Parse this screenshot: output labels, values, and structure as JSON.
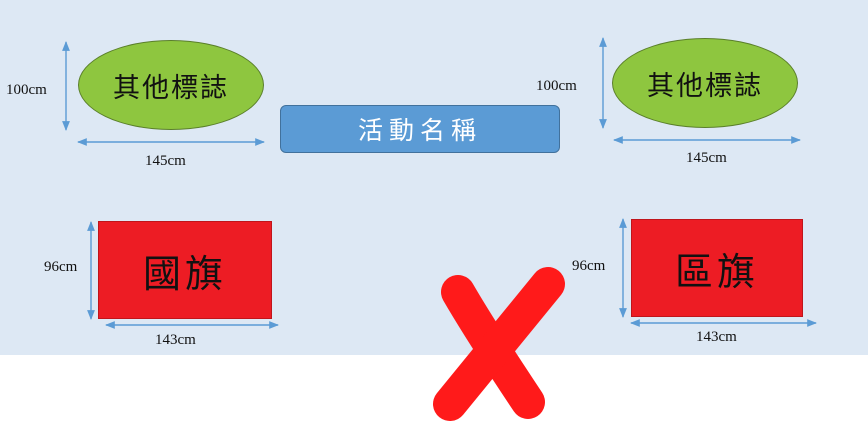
{
  "diagram": {
    "logo_left": {
      "label": "其他標誌",
      "height": "100cm",
      "width": "145cm"
    },
    "banner": {
      "label": "活動名稱"
    },
    "logo_right": {
      "label": "其他標誌",
      "height": "100cm",
      "width": "145cm"
    },
    "national_flag": {
      "label": "國旗",
      "height": "96cm",
      "width": "143cm"
    },
    "regional_flag": {
      "label": "區旗",
      "height": "96cm",
      "width": "143cm"
    }
  },
  "colors": {
    "panel_background": "#dde8f4",
    "logo_fill": "#8ec63f",
    "banner_fill": "#5b9bd5",
    "flag_fill": "#ed1c24",
    "dimension_arrow": "#5b9bd5",
    "cross_mark": "#ff1a1a"
  },
  "icons": {
    "cross_mark": "cross-mark-icon"
  }
}
